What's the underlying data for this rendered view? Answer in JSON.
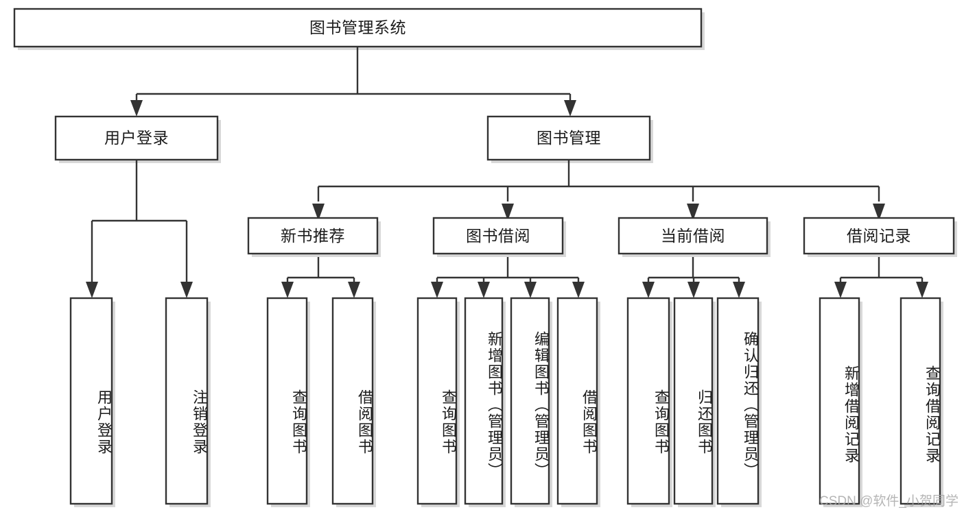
{
  "diagram": {
    "title": "图书管理系统",
    "type": "tree-hierarchy",
    "watermark": "CSDN @软件_小贺同学",
    "colors": {
      "box_stroke": "#333333",
      "box_fill": "#ffffff",
      "connector": "#333333",
      "text": "#1b1b1b",
      "watermark": "#a9a9a9",
      "background": "#ffffff"
    },
    "nodes": {
      "root": {
        "label": "图书管理系统",
        "level": 1,
        "orientation": "horizontal"
      },
      "user_login": {
        "label": "用户登录",
        "level": 2,
        "orientation": "horizontal"
      },
      "book_manage": {
        "label": "图书管理",
        "level": 2,
        "orientation": "horizontal"
      },
      "new_book_rec": {
        "label": "新书推荐",
        "level": 3,
        "orientation": "horizontal"
      },
      "book_borrow": {
        "label": "图书借阅",
        "level": 3,
        "orientation": "horizontal"
      },
      "current_borrow": {
        "label": "当前借阅",
        "level": 3,
        "orientation": "horizontal"
      },
      "borrow_record": {
        "label": "借阅记录",
        "level": 3,
        "orientation": "horizontal"
      },
      "leaf_user_login": {
        "label": "用户登录",
        "level": 4,
        "orientation": "vertical"
      },
      "leaf_logout": {
        "label": "注销登录",
        "level": 4,
        "orientation": "vertical"
      },
      "leaf_query_book_1": {
        "label": "查询图书",
        "level": 4,
        "orientation": "vertical"
      },
      "leaf_borrow_book_1": {
        "label": "借阅图书",
        "level": 4,
        "orientation": "vertical"
      },
      "leaf_query_book_2": {
        "label": "查询图书",
        "level": 4,
        "orientation": "vertical"
      },
      "leaf_add_book": {
        "label": "新增图书（管理员）",
        "level": 4,
        "orientation": "vertical"
      },
      "leaf_edit_book": {
        "label": "编辑图书（管理员）",
        "level": 4,
        "orientation": "vertical"
      },
      "leaf_borrow_book_2": {
        "label": "借阅图书",
        "level": 4,
        "orientation": "vertical"
      },
      "leaf_query_book_3": {
        "label": "查询图书",
        "level": 4,
        "orientation": "vertical"
      },
      "leaf_return_book": {
        "label": "归还图书",
        "level": 4,
        "orientation": "vertical"
      },
      "leaf_confirm_return": {
        "label": "确认归还（管理员）",
        "level": 4,
        "orientation": "vertical"
      },
      "leaf_add_record": {
        "label": "新增借阅记录",
        "level": 4,
        "orientation": "vertical"
      },
      "leaf_query_record": {
        "label": "查询借阅记录",
        "level": 4,
        "orientation": "vertical"
      }
    },
    "edges": [
      {
        "from": "root",
        "to": "user_login"
      },
      {
        "from": "root",
        "to": "book_manage"
      },
      {
        "from": "user_login",
        "to": "leaf_user_login"
      },
      {
        "from": "user_login",
        "to": "leaf_logout"
      },
      {
        "from": "book_manage",
        "to": "new_book_rec"
      },
      {
        "from": "book_manage",
        "to": "book_borrow"
      },
      {
        "from": "book_manage",
        "to": "current_borrow"
      },
      {
        "from": "book_manage",
        "to": "borrow_record"
      },
      {
        "from": "new_book_rec",
        "to": "leaf_query_book_1"
      },
      {
        "from": "new_book_rec",
        "to": "leaf_borrow_book_1"
      },
      {
        "from": "book_borrow",
        "to": "leaf_query_book_2"
      },
      {
        "from": "book_borrow",
        "to": "leaf_add_book"
      },
      {
        "from": "book_borrow",
        "to": "leaf_edit_book"
      },
      {
        "from": "book_borrow",
        "to": "leaf_borrow_book_2"
      },
      {
        "from": "current_borrow",
        "to": "leaf_query_book_3"
      },
      {
        "from": "current_borrow",
        "to": "leaf_return_book"
      },
      {
        "from": "current_borrow",
        "to": "leaf_confirm_return"
      },
      {
        "from": "borrow_record",
        "to": "leaf_add_record"
      },
      {
        "from": "borrow_record",
        "to": "leaf_query_record"
      }
    ]
  }
}
